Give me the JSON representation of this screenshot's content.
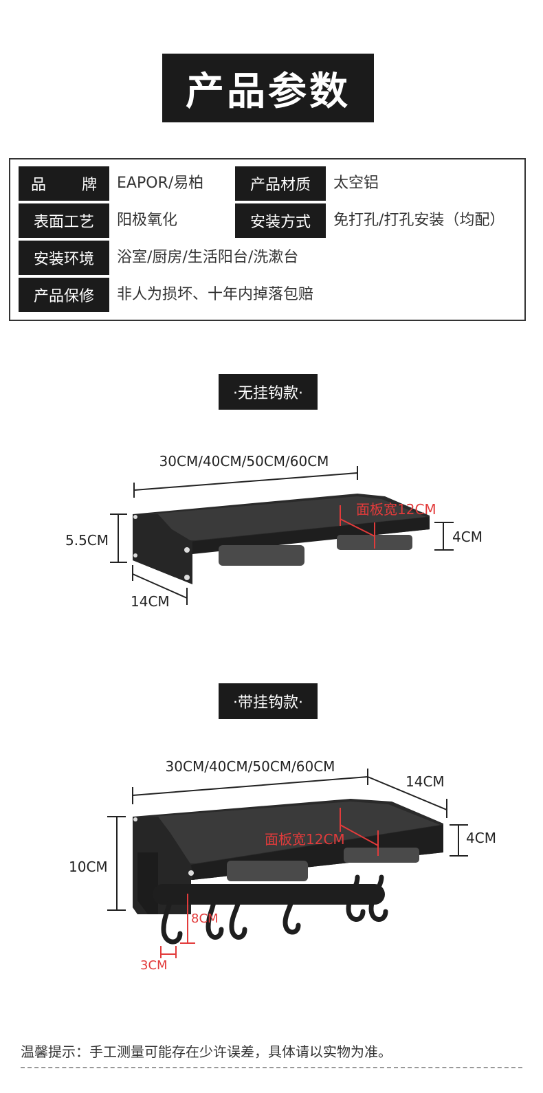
{
  "header": {
    "title": "产品参数"
  },
  "specs": {
    "brand_label": [
      "品",
      "牌"
    ],
    "brand_value": "EAPOR/易柏",
    "material_label": "产品材质",
    "material_value": "太空铝",
    "surface_label": "表面工艺",
    "surface_value": "阳极氧化",
    "install_label": "安装方式",
    "install_value": "免打孔/打孔安装（均配）",
    "env_label": "安装环境",
    "env_value": "浴室/厨房/生活阳台/洗漱台",
    "warranty_label": "产品保修",
    "warranty_value": "非人为损坏、十年内掉落包赔"
  },
  "section1": {
    "title": "·无挂钩款·",
    "width": "30CM/40CM/50CM/60CM",
    "height": "5.5CM",
    "depth": "14CM",
    "rail": "4CM",
    "panel": "面板宽12CM"
  },
  "section2": {
    "title": "·带挂钩款·",
    "width": "30CM/40CM/50CM/60CM",
    "depth": "14CM",
    "height": "10CM",
    "rail": "4CM",
    "panel": "面板宽12CM",
    "hook_len": "8CM",
    "hook_w": "3CM"
  },
  "footer": {
    "note": "温馨提示：手工测量可能存在少许误差，具体请以实物为准。"
  },
  "colors": {
    "dark": "#1b1b1b",
    "accent_red": "#e23b3b",
    "shelf": "#2a2a2a"
  }
}
